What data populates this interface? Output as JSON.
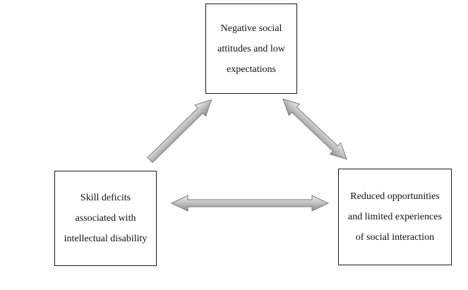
{
  "nodes": {
    "top": {
      "lines": [
        "Negative social",
        "attitudes and low",
        "expectations"
      ]
    },
    "left": {
      "lines": [
        "Skill deficits",
        "associated with",
        "intellectual disability"
      ]
    },
    "right": {
      "lines": [
        "Reduced opportunities",
        "and limited experiences",
        "of social interaction"
      ]
    }
  },
  "arrows": [
    {
      "from": "left",
      "to": "top",
      "direction": "one-way"
    },
    {
      "from": "top",
      "to": "right",
      "direction": "two-way"
    },
    {
      "from": "left",
      "to": "right",
      "direction": "two-way"
    }
  ],
  "colors": {
    "border": "#1a1a1a",
    "arrow_light": "#f2f2f2",
    "arrow_mid": "#c4c4c4",
    "arrow_dark": "#8e8e8e",
    "arrow_outline": "#7a7a7a"
  }
}
